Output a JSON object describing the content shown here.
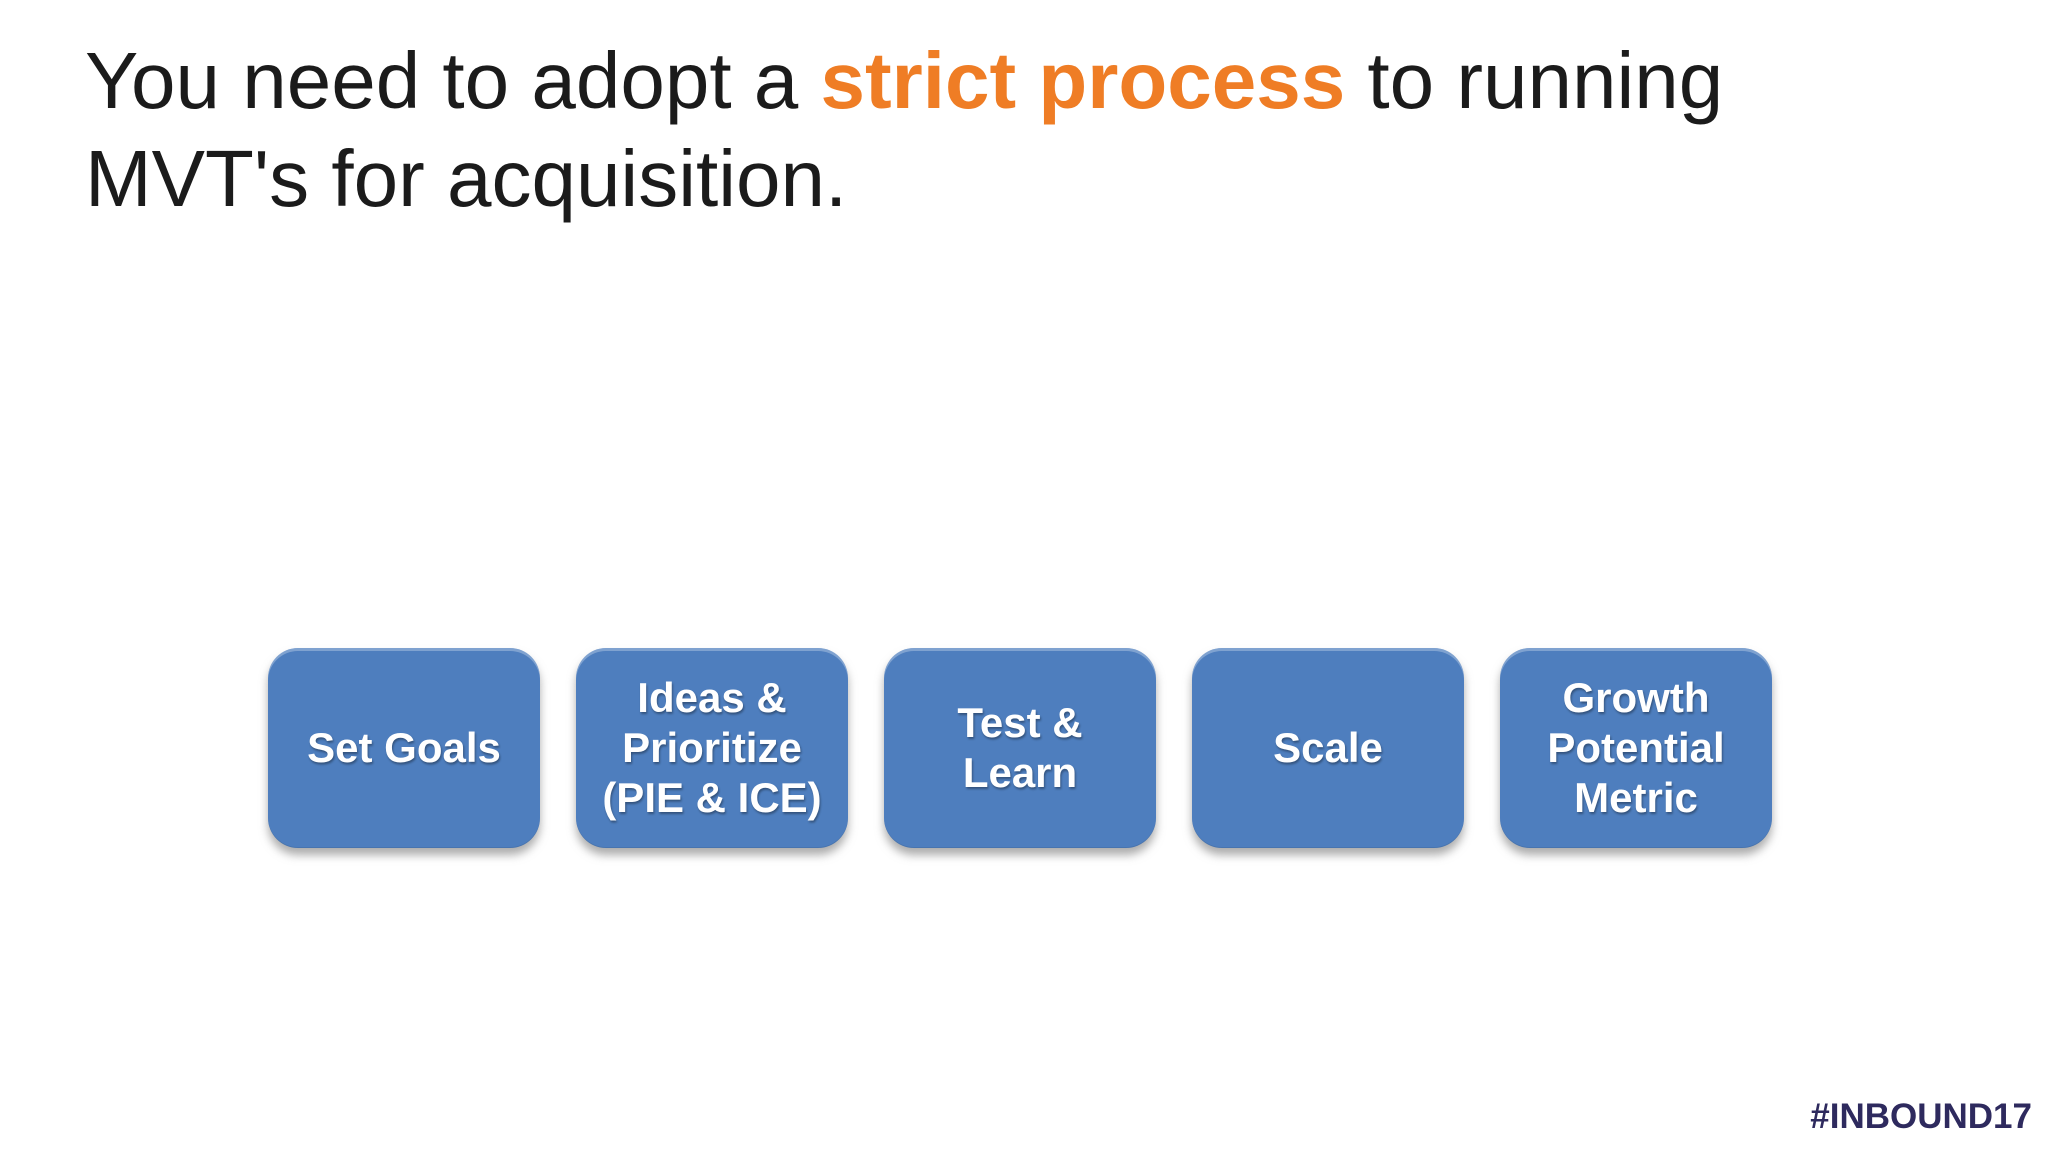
{
  "slide": {
    "title": {
      "segments": {
        "pre": "You need to adopt a ",
        "highlight": "strict process",
        "post": " to running",
        "line2": "MVT's for acquisition."
      }
    },
    "process_steps": [
      {
        "label": "Set Goals"
      },
      {
        "label": "Ideas &\nPrioritize\n(PIE & ICE)"
      },
      {
        "label": "Test &\nLearn"
      },
      {
        "label": "Scale"
      },
      {
        "label": "Growth\nPotential\nMetric"
      }
    ],
    "footer": {
      "hashtag": "#INBOUND17"
    },
    "colors": {
      "background": "#ffffff",
      "title_text": "#1b1b1b",
      "highlight_orange": "#ef7d25",
      "step_box_blue": "#4e7ebe",
      "step_box_text": "#ffffff",
      "hashtag_navy": "#2e2a5e"
    }
  }
}
